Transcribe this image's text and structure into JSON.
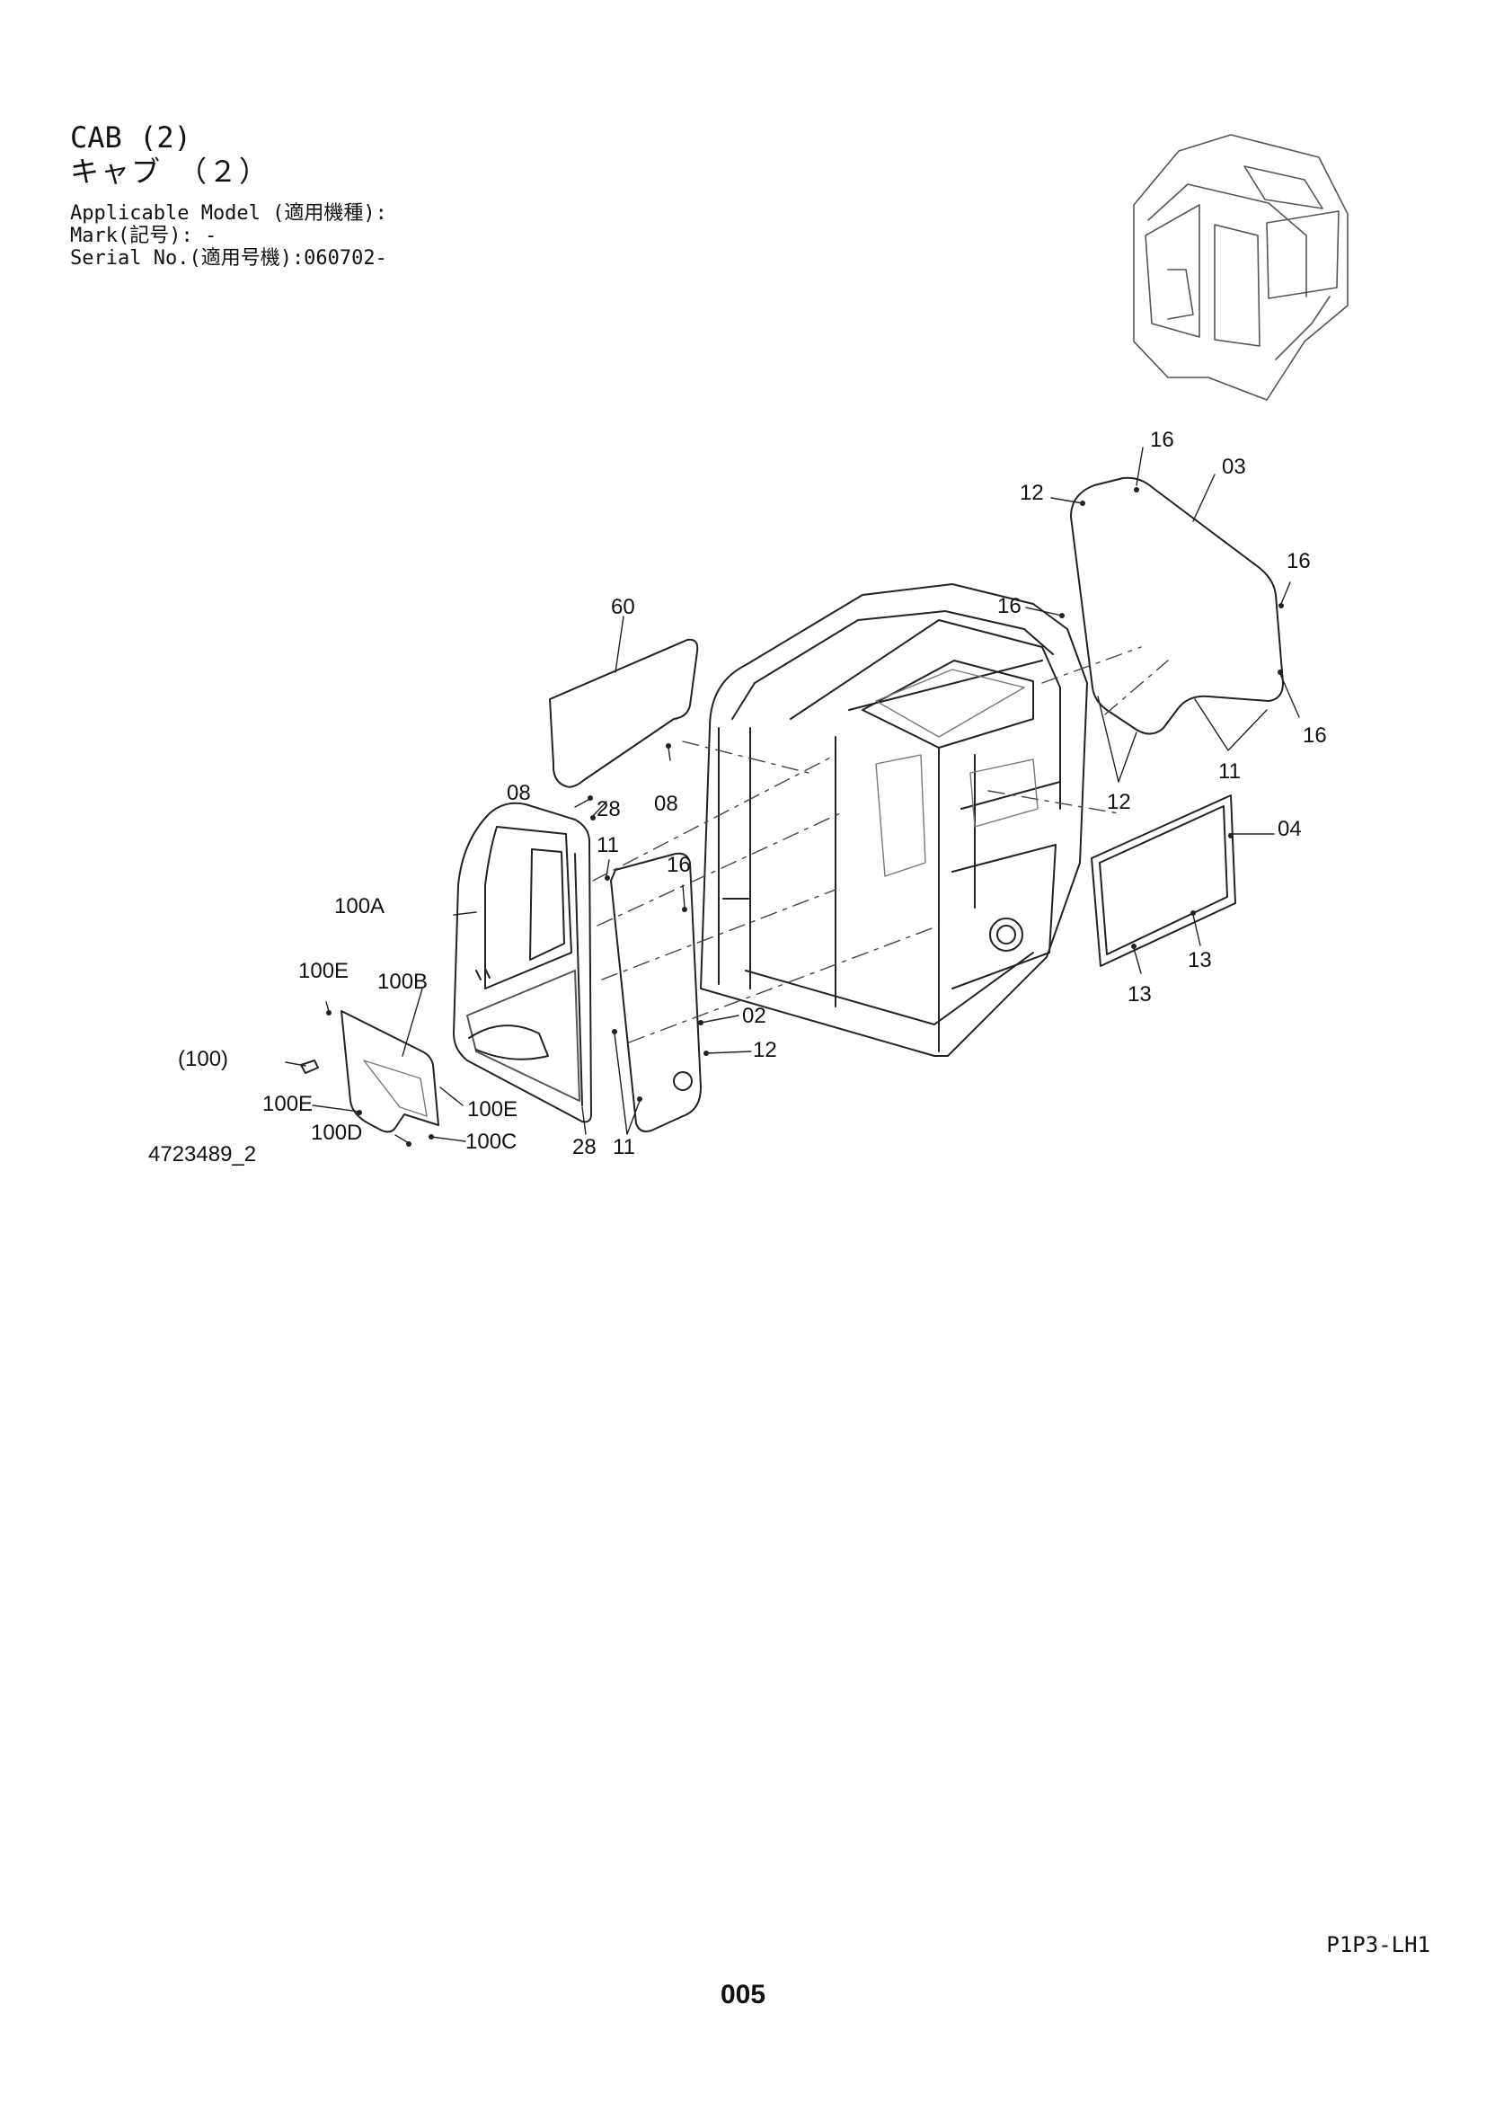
{
  "header": {
    "title_en": "CAB (2)",
    "title_jp": "キャブ　（２）",
    "applicable_model": "Applicable Model (適用機種):",
    "mark": "Mark(記号): -",
    "serial": "Serial No.(適用号機):060702-"
  },
  "diagram": {
    "drawing_id": "4723489_2",
    "callouts": {
      "c16_top": "16",
      "c03": "03",
      "c12_top": "12",
      "c16_right": "16",
      "c16_left": "16",
      "c16_bottom_right": "16",
      "c11_right": "11",
      "c12_right": "12",
      "c04": "04",
      "c13_a": "13",
      "c13_b": "13",
      "c60": "60",
      "c08_left": "08",
      "c28_top": "28",
      "c08_right": "08",
      "c11_top": "11",
      "c16_mid": "16",
      "c100A": "100A",
      "c100E_top": "100E",
      "c100B": "100B",
      "c02": "02",
      "c12_mid": "12",
      "c100_paren": "(100)",
      "c100E_left": "100E",
      "c100E_right": "100E",
      "c100D": "100D",
      "c100C": "100C",
      "c28_bottom": "28",
      "c11_bottom": "11"
    }
  },
  "footer": {
    "code": "P1P3-LH1",
    "page": "005"
  }
}
